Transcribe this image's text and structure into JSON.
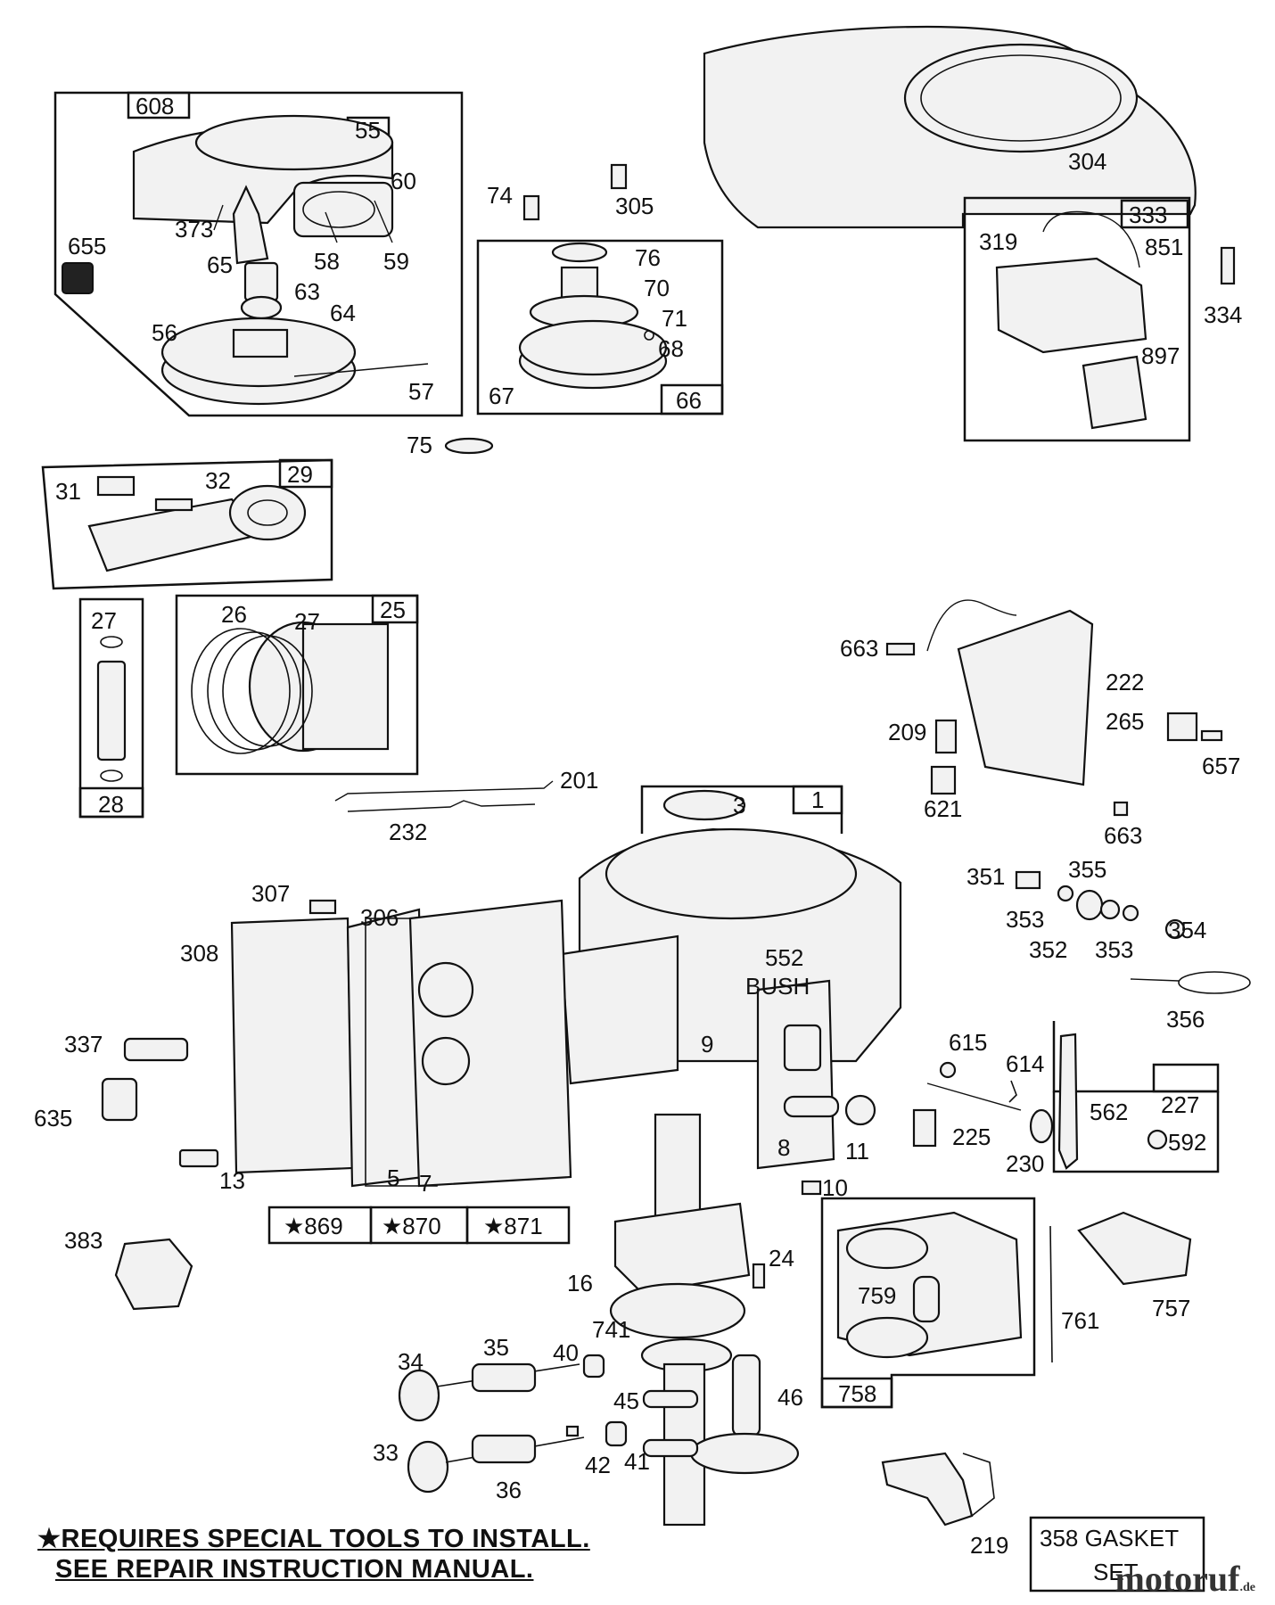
{
  "labels": {
    "l608": "608",
    "l55": "55",
    "l60": "60",
    "l655": "655",
    "l373": "373",
    "l58": "58",
    "l59": "59",
    "l65": "65",
    "l63": "63",
    "l64": "64",
    "l56": "56",
    "l57": "57",
    "l74": "74",
    "l305": "305",
    "l76": "76",
    "l70": "70",
    "l71": "71",
    "l68": "68",
    "l67": "67",
    "l66": "66",
    "l75": "75",
    "l304": "304",
    "l333": "333",
    "l319": "319",
    "l851": "851",
    "l334": "334",
    "l897": "897",
    "l29": "29",
    "l31": "31",
    "l32": "32",
    "l25": "25",
    "l26": "26",
    "l27a": "27",
    "l27b": "27",
    "l28": "28",
    "l663a": "663",
    "l222": "222",
    "l209": "209",
    "l265": "265",
    "l657": "657",
    "l621": "621",
    "l663b": "663",
    "l201": "201",
    "l232": "232",
    "l3": "3",
    "l1": "1",
    "l307": "307",
    "l306": "306",
    "l308": "308",
    "l552": "552",
    "lbush": "BUSH",
    "l351": "351",
    "l355": "355",
    "l353a": "353",
    "l352": "352",
    "l353b": "353",
    "l354": "354",
    "l356": "356",
    "l337": "337",
    "l9": "9",
    "l635": "635",
    "l615": "615",
    "l614": "614",
    "l562": "562",
    "l227": "227",
    "l592": "592",
    "l225": "225",
    "l230": "230",
    "l8": "8",
    "l11": "11",
    "l13": "13",
    "l5": "5",
    "l7": "7",
    "l10": "10",
    "l869": "★869",
    "l870": "★870",
    "l871": "★871",
    "l383": "383",
    "l24": "24",
    "l16": "16",
    "l759": "759",
    "l761": "761",
    "l757": "757",
    "l741": "741",
    "l34": "34",
    "l35": "35",
    "l40": "40",
    "l45": "45",
    "l46": "46",
    "l758": "758",
    "l33": "33",
    "l36": "36",
    "l42": "42",
    "l41": "41",
    "l219": "219",
    "l358a": "358 GASKET",
    "l358b": "SET"
  },
  "footnote": {
    "line1": "★REQUIRES SPECIAL TOOLS TO INSTALL.",
    "line2": "SEE REPAIR INSTRUCTION MANUAL."
  },
  "watermark": {
    "brand": "motoruf",
    "suffix": ".de"
  }
}
